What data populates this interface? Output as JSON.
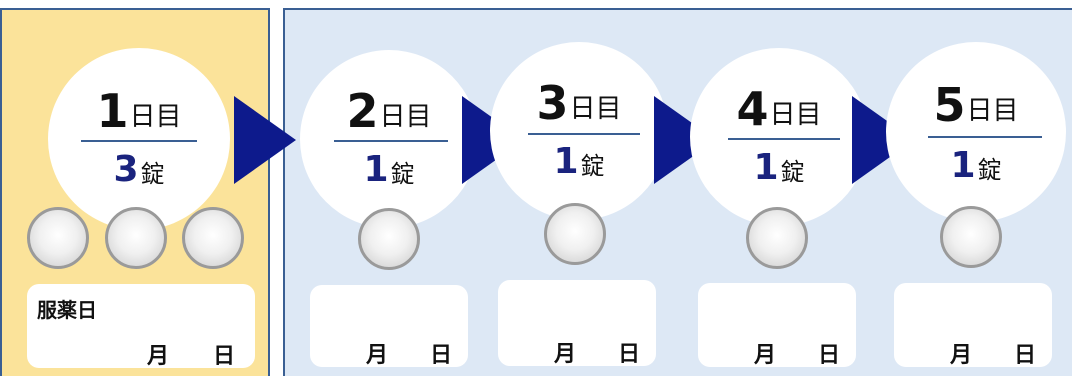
{
  "days": [
    {
      "num": "1",
      "suffix": "日目",
      "dose": "3",
      "dose_unit": "錠"
    },
    {
      "num": "2",
      "suffix": "日目",
      "dose": "1",
      "dose_unit": "錠"
    },
    {
      "num": "3",
      "suffix": "日目",
      "dose": "1",
      "dose_unit": "錠"
    },
    {
      "num": "4",
      "suffix": "日目",
      "dose": "1",
      "dose_unit": "錠"
    },
    {
      "num": "5",
      "suffix": "日目",
      "dose": "1",
      "dose_unit": "錠"
    }
  ],
  "date_box": {
    "title": "服薬日",
    "month_label": "月",
    "day_label": "日"
  },
  "colors": {
    "day1_panel": "#fbe39a",
    "rest_panel": "#dde8f5",
    "arrow": "#0d1a8c",
    "dose_number": "#1a237e"
  }
}
